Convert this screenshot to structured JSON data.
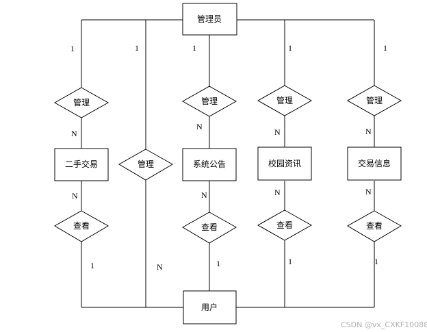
{
  "entities": {
    "admin": "管理员",
    "user": "用户",
    "trade": "二手交易",
    "notice": "系统公告",
    "news": "校园资讯",
    "info": "交易信息"
  },
  "relations": {
    "manage_trade": "管理",
    "manage_user": "管理",
    "manage_notice": "管理",
    "manage_news": "管理",
    "manage_info": "管理",
    "view_trade": "查看",
    "view_notice": "查看",
    "view_news": "查看",
    "view_info": "查看"
  },
  "cardinalities": {
    "a_trade": "1",
    "a_user": "1",
    "a_notice": "1",
    "a_news": "1",
    "a_info": "1",
    "trade_n": "N",
    "notice_n": "N",
    "news_n": "N",
    "info_n": "N",
    "trade_view_n": "N",
    "notice_view_n": "N",
    "news_view_n": "N",
    "info_view_n": "N",
    "user_trade": "1",
    "user_notice": "1",
    "user_news": "1",
    "user_info": "1",
    "user_manage": "N"
  },
  "watermark": "CSDN @vx_CXKF10088"
}
